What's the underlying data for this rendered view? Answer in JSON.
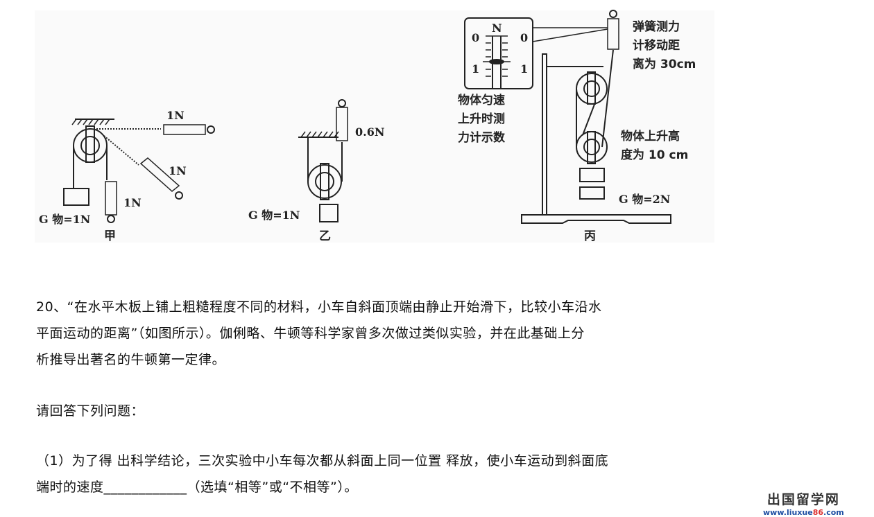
{
  "figure": {
    "jia": {
      "top_spring": "1N",
      "diag_spring": "1N",
      "vert_spring": "1N",
      "weight": "G 物=1N",
      "caption": "甲"
    },
    "yi": {
      "spring": "0.6N",
      "weight": "G 物=1N",
      "caption": "乙"
    },
    "bing": {
      "dial_unit": "N",
      "dial_0": "0",
      "dial_1": "1",
      "note_spring": [
        "弹簧测力",
        "计移动距",
        "离为 30cm"
      ],
      "note_reading": [
        "物体匀速",
        "上升时测",
        "力计示数"
      ],
      "note_height": [
        "物体上升高",
        "度为 10 cm"
      ],
      "weight": "G 物=2N",
      "caption": "丙"
    }
  },
  "question": {
    "line1": "20、“在水平木板上铺上粗糙程度不同的材料，小车自斜面顶端由静止开始滑下，比较小车沿水",
    "line2": "平面运动的距离”（如图所示）。伽俐略、牛顿等科学家曾多次做过类似实验，并在此基础上分",
    "line3": "析推导出著名的牛顿第一定律。",
    "prompt": "请回答下列问题：",
    "q1_line1": "（1）为了得 出科学结论，三次实验中小车每次都从斜面上同一位置 释放，使小车运动到斜面底",
    "q1_line2_a": "端时的速度",
    "q1_line2_blank": "____________",
    "q1_line2_b": "（选填“相等”或“不相等”）。"
  },
  "watermark": {
    "name": "出国留学网",
    "url_a": "www.liuxue",
    "url_b": "86",
    ".com": ".com"
  }
}
